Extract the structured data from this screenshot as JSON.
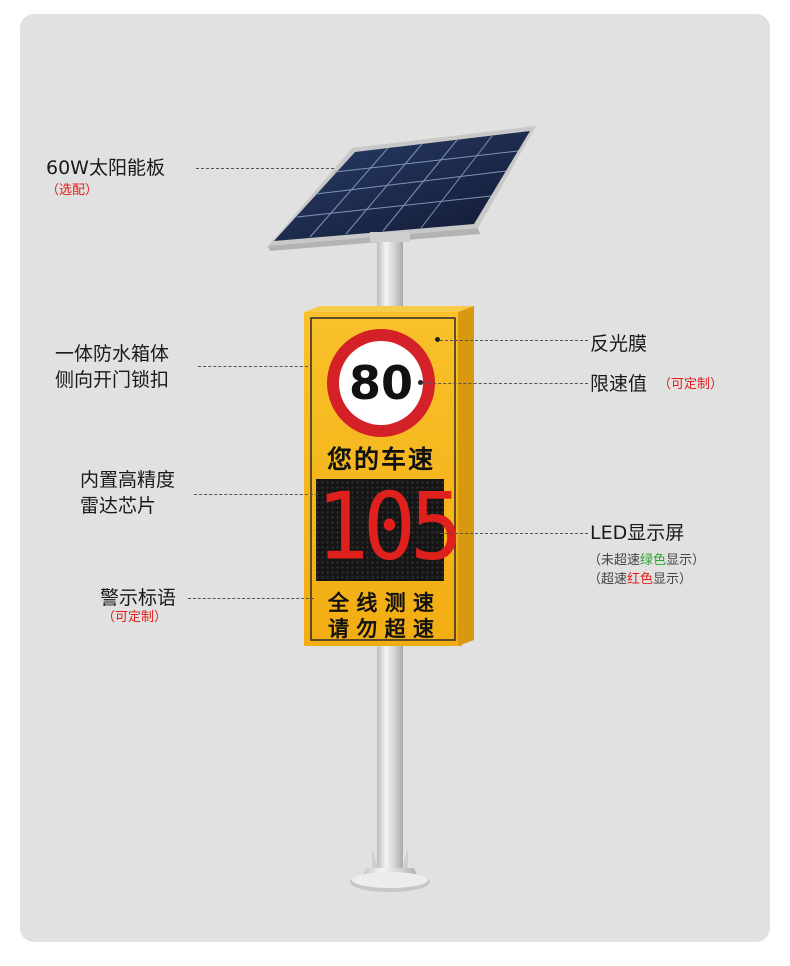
{
  "labels": {
    "solar_panel": "60W太阳能板",
    "solar_panel_note": "（选配）",
    "housing_line1": "一体防水箱体",
    "housing_line2": "侧向开门锁扣",
    "radar_line1": "内置高精度",
    "radar_line2": "雷达芯片",
    "slogan": "警示标语",
    "slogan_note": "（可定制）",
    "reflective": "反光膜",
    "limit": "限速值",
    "limit_note": "（可定制）",
    "led": "LED显示屏",
    "led_note1_a": "（未超速",
    "led_note1_b": "绿色",
    "led_note1_c": "显示）",
    "led_note2_a": "（超速",
    "led_note2_b": "红色",
    "led_note2_c": "显示）"
  },
  "sign": {
    "limit_value": "80",
    "heading": "您的车速",
    "speed": "105",
    "slogan_line1": "全 线 测 速",
    "slogan_line2": "请 勿 超 速"
  },
  "colors": {
    "sign_yellow": "#f6b81a",
    "limit_ring": "#d42027",
    "led_red": "#e0201c",
    "led_bg": "#151515",
    "pole": "#d8d8d8",
    "panel_blue": "#1c2a4a"
  }
}
